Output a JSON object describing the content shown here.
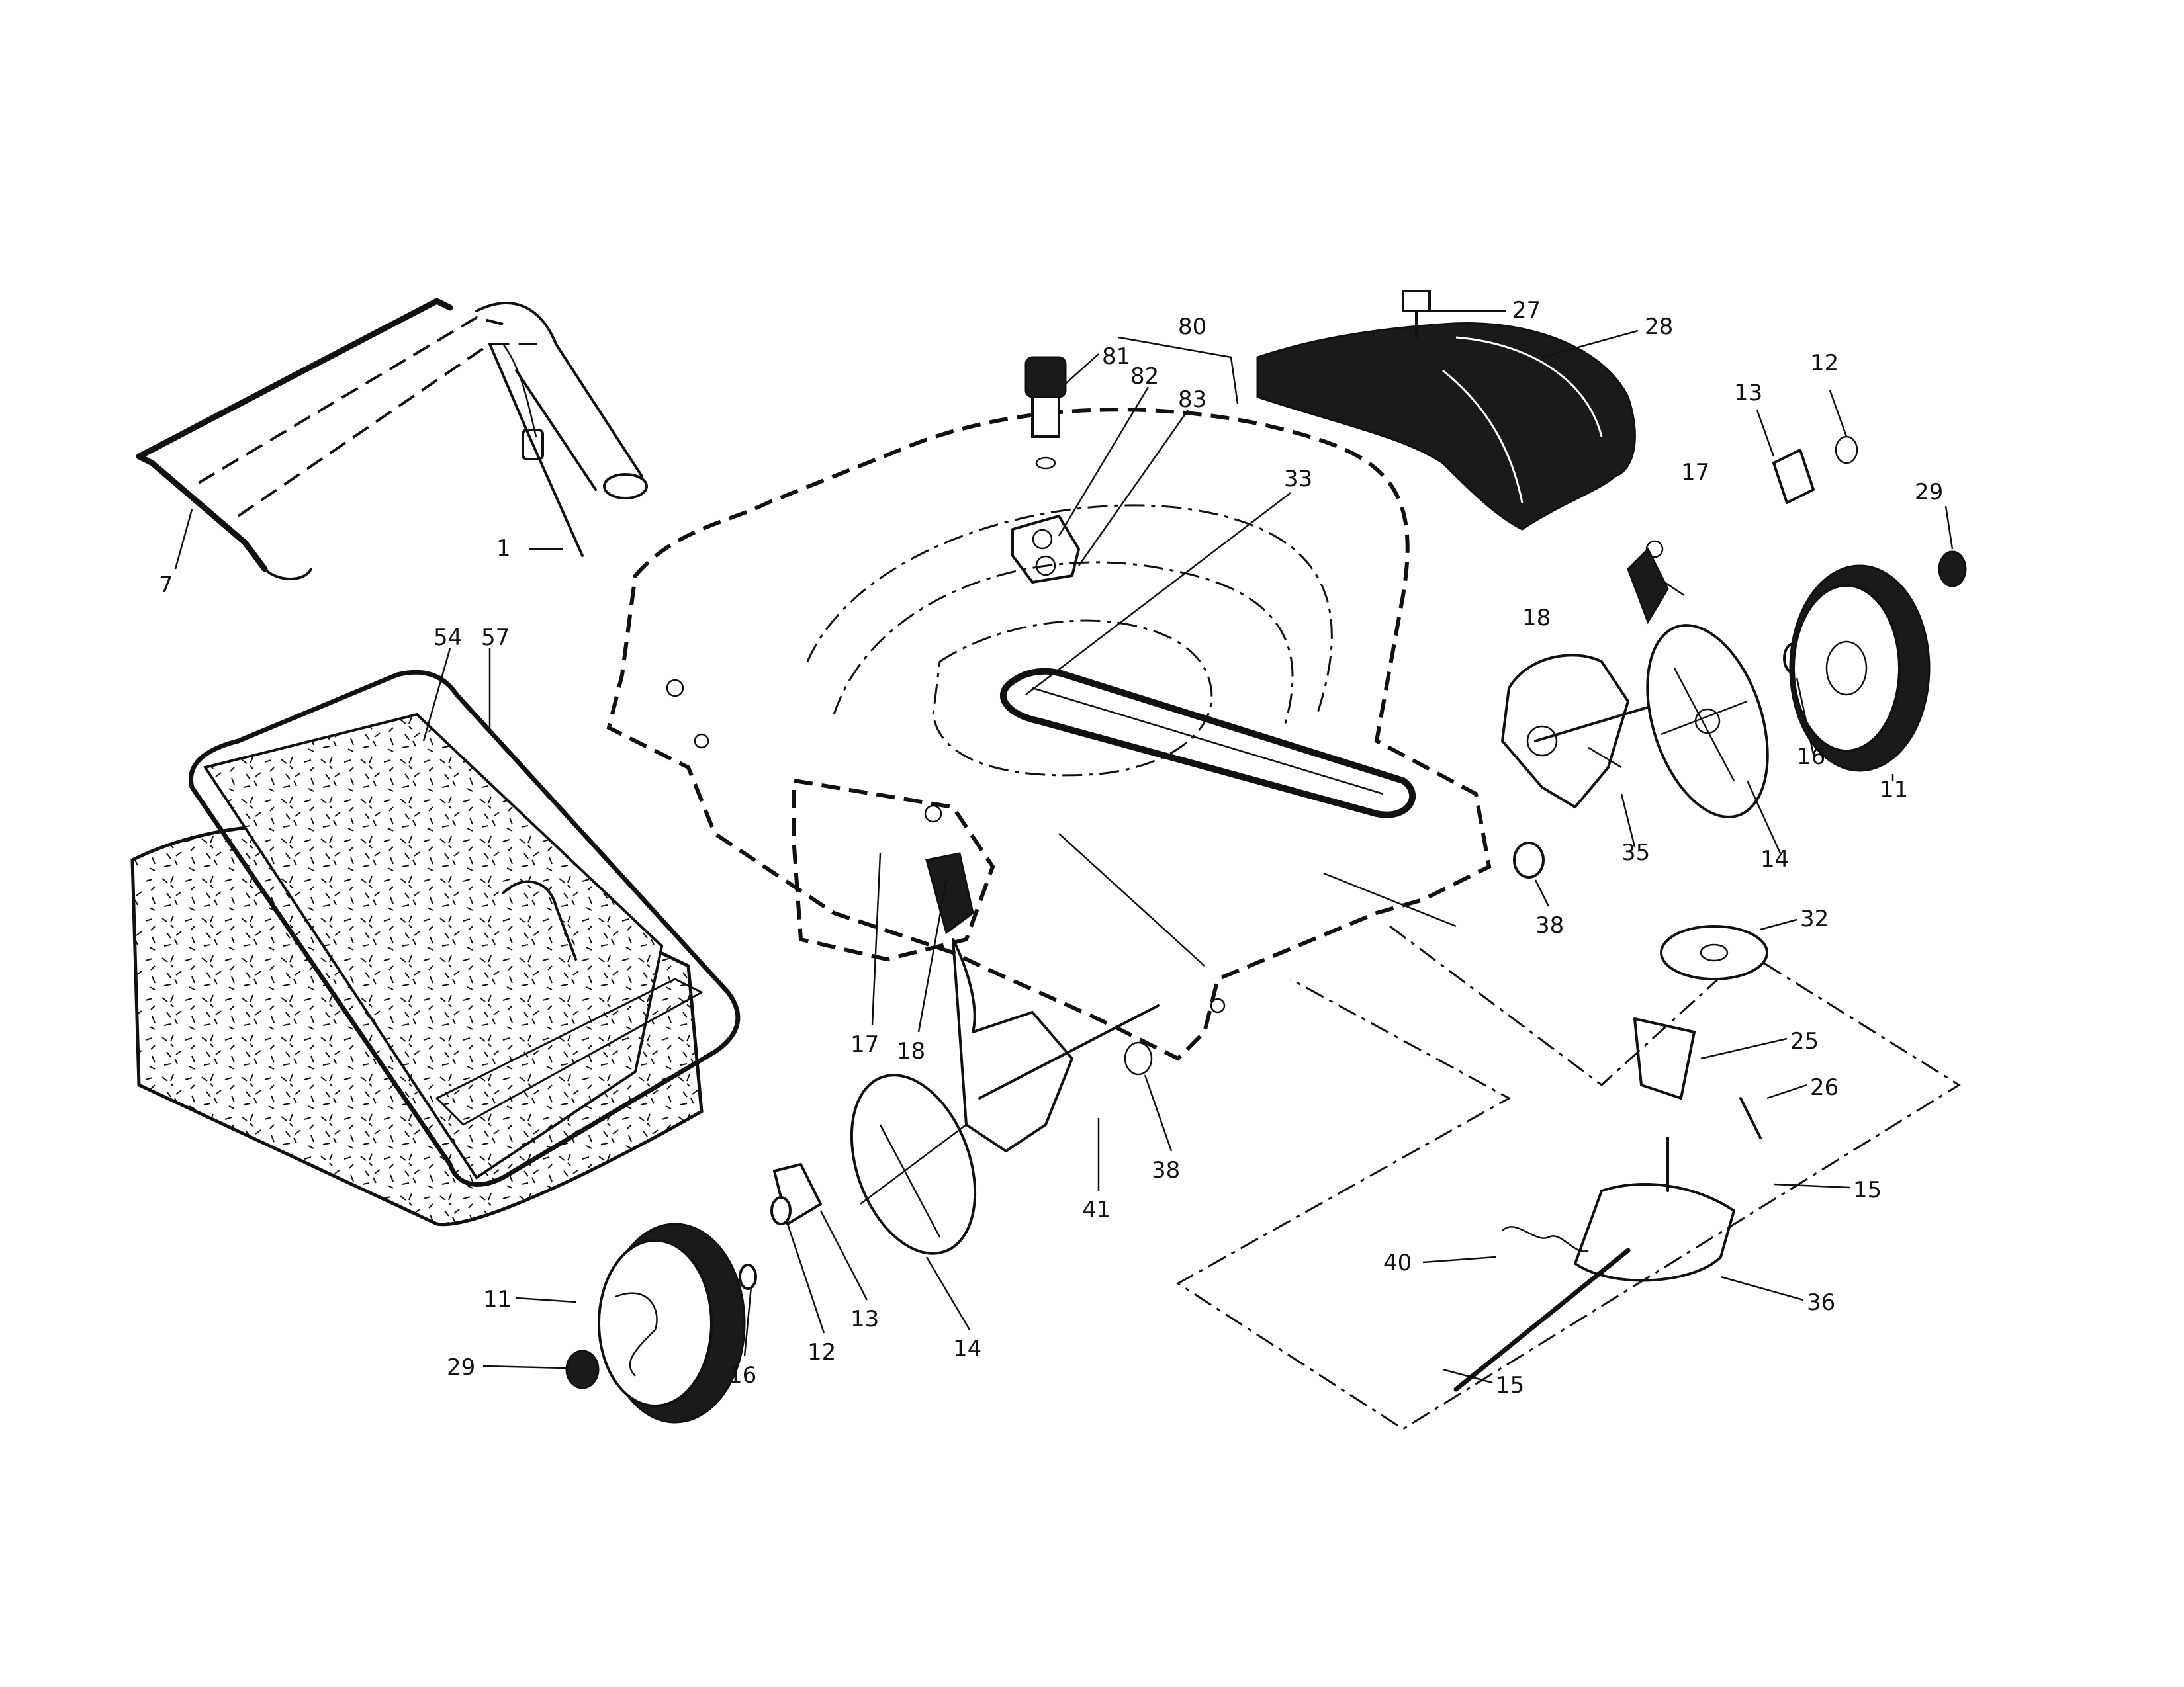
{
  "callouts": {
    "c1": "1",
    "c7": "7",
    "c54": "54",
    "c57": "57",
    "c80": "80",
    "c81": "81",
    "c82": "82",
    "c83": "83",
    "c33": "33",
    "c27": "27",
    "c28": "28",
    "c13a": "13",
    "c12a": "12",
    "c17a": "17",
    "c29a": "29",
    "c18a": "18",
    "c16a": "16",
    "c11a": "11",
    "c35": "35",
    "c14a": "14",
    "c38a": "38",
    "c32": "32",
    "c25": "25",
    "c26": "26",
    "c15a": "15",
    "c36": "36",
    "c40": "40",
    "c15b": "15",
    "c17b": "17",
    "c18b": "18",
    "c41": "41",
    "c38b": "38",
    "c11b": "11",
    "c29b": "29",
    "c16b": "16",
    "c12b": "12",
    "c13b": "13",
    "c14b": "14"
  }
}
